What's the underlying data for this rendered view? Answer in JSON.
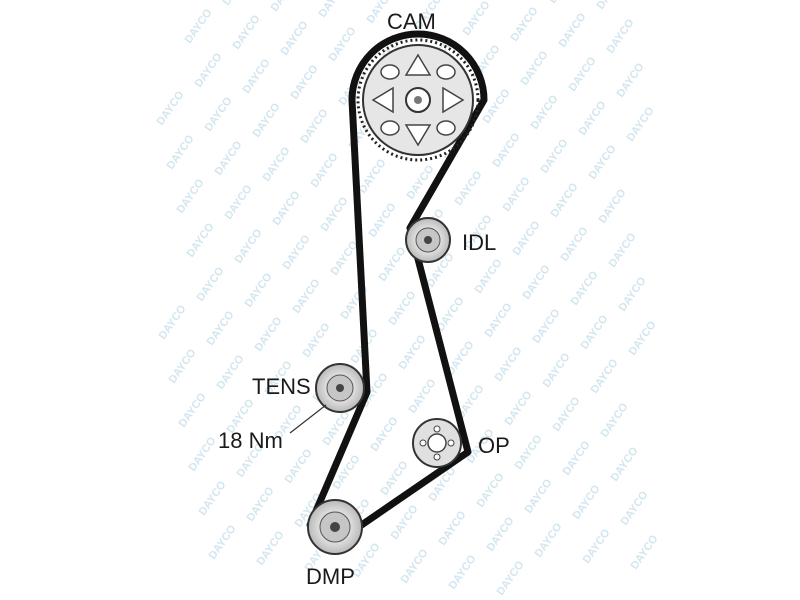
{
  "diagram": {
    "labels": {
      "cam": "CAM",
      "idl": "IDL",
      "tens": "TENS",
      "torque": "18 Nm",
      "op": "OP",
      "dmp": "DMP"
    },
    "watermark": "DAYCO",
    "colors": {
      "belt": "#111111",
      "pulley_fill": "#e3e3e3",
      "pulley_ring": "#9a9a9a",
      "watermark": "#cfe3ee"
    }
  }
}
